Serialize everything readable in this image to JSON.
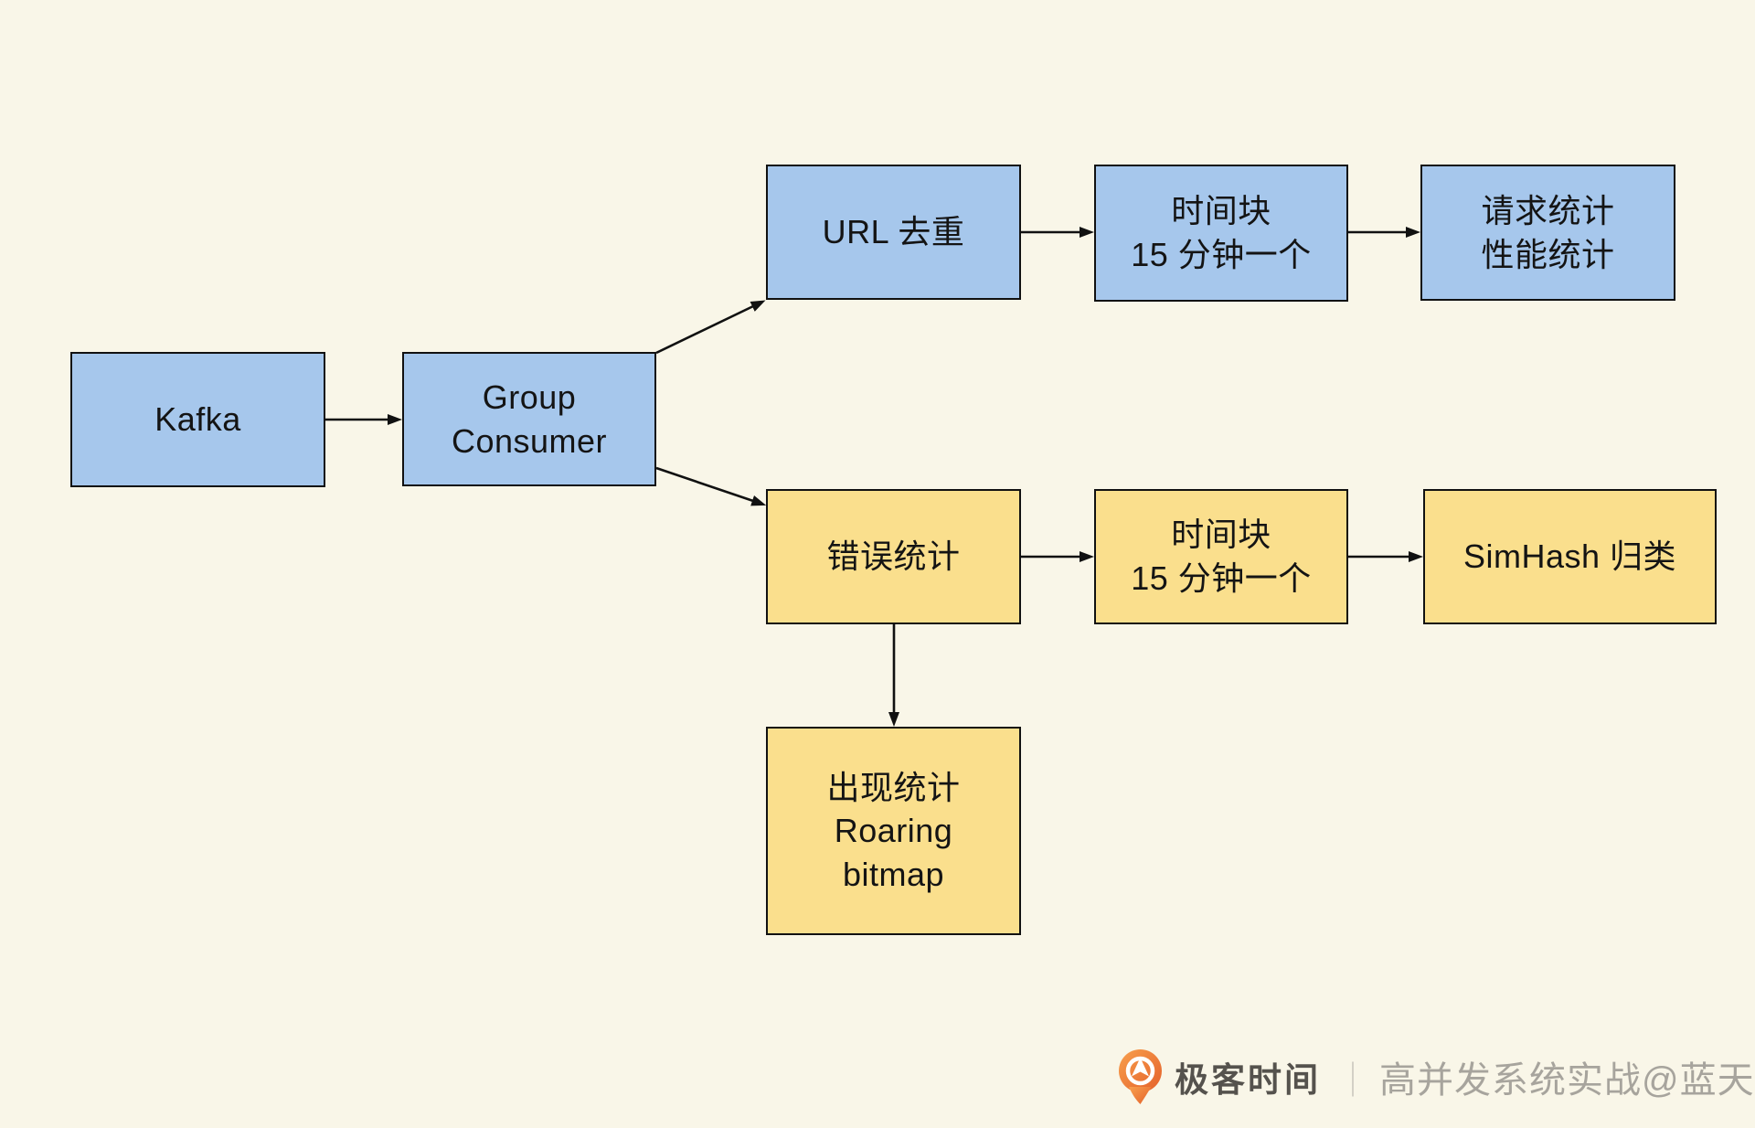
{
  "diagram": {
    "background": "#F9F6E8",
    "border_color": "#111111",
    "text_color": "#141414",
    "node_colors": {
      "blue": "#A6C7EC",
      "yellow": "#FADF8D"
    },
    "nodes": [
      {
        "id": "kafka",
        "label": "Kafka",
        "color": "blue"
      },
      {
        "id": "group-consumer",
        "label": "Group\nConsumer",
        "color": "blue"
      },
      {
        "id": "url-dedup",
        "label": "URL 去重",
        "color": "blue"
      },
      {
        "id": "time-block-top",
        "label": "时间块\n15 分钟一个",
        "color": "blue"
      },
      {
        "id": "request-perf",
        "label": "请求统计\n性能统计",
        "color": "blue"
      },
      {
        "id": "error-stats",
        "label": "错误统计",
        "color": "yellow"
      },
      {
        "id": "time-block-bottom",
        "label": "时间块\n15 分钟一个",
        "color": "yellow"
      },
      {
        "id": "simhash",
        "label": "SimHash 归类",
        "color": "yellow"
      },
      {
        "id": "occurrence-stats",
        "label": "出现统计\nRoaring\nbitmap",
        "color": "yellow"
      }
    ],
    "edges": [
      {
        "from": "kafka",
        "to": "group-consumer"
      },
      {
        "from": "group-consumer",
        "to": "url-dedup"
      },
      {
        "from": "group-consumer",
        "to": "error-stats"
      },
      {
        "from": "url-dedup",
        "to": "time-block-top"
      },
      {
        "from": "time-block-top",
        "to": "request-perf"
      },
      {
        "from": "error-stats",
        "to": "time-block-bottom"
      },
      {
        "from": "time-block-bottom",
        "to": "simhash"
      },
      {
        "from": "error-stats",
        "to": "occurrence-stats"
      }
    ]
  },
  "watermark": {
    "logo": "geektime-logo",
    "logo_color_top": "#F8A04E",
    "logo_color_bottom": "#E4602A",
    "brand": "极客时间",
    "separator": "｜",
    "credit": "高并发系统实战@蓝天"
  }
}
